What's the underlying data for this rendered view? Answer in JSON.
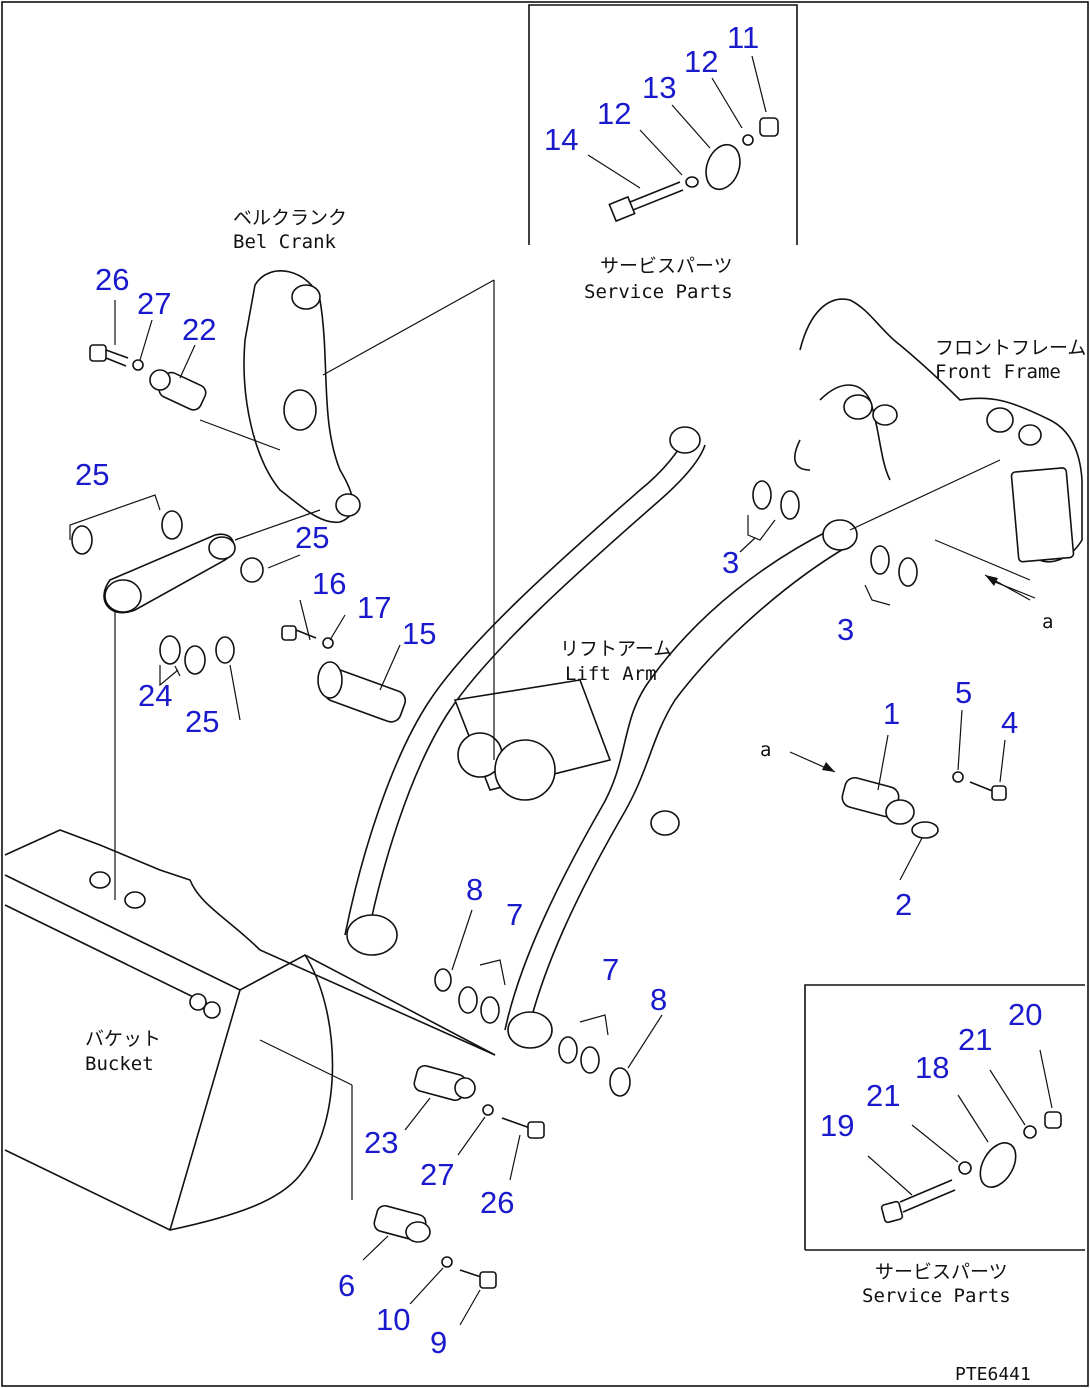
{
  "labels": {
    "bell_crank_jp": "ベルクランク",
    "bell_crank_en": "Bel Crank",
    "service_parts_top_jp": "サービスパーツ",
    "service_parts_top_en": "Service Parts",
    "front_frame_jp": "フロントフレーム",
    "front_frame_en": "Front Frame",
    "lift_arm_jp": "リフトアーム",
    "lift_arm_en": "Lift Arm",
    "bucket_jp": "バケット",
    "bucket_en": "Bucket",
    "service_parts_bottom_jp": "サービスパーツ",
    "service_parts_bottom_en": "Service Parts",
    "view_marker_top": "a",
    "view_marker_mid": "a",
    "drawing_code": "PTE6441"
  },
  "callouts": {
    "c1": "1",
    "c2": "2",
    "c3a": "3",
    "c3b": "3",
    "c4": "4",
    "c5": "5",
    "c6": "6",
    "c7a": "7",
    "c7b": "7",
    "c8a": "8",
    "c8b": "8",
    "c9": "9",
    "c10": "10",
    "c11": "11",
    "c12a": "12",
    "c12b": "12",
    "c13": "13",
    "c14": "14",
    "c15": "15",
    "c16": "16",
    "c17": "17",
    "c18": "18",
    "c19": "19",
    "c20": "20",
    "c21a": "21",
    "c21b": "21",
    "c22": "22",
    "c23": "23",
    "c24": "24",
    "c25a": "25",
    "c25b": "25",
    "c25c": "25",
    "c26a": "26",
    "c26b": "26",
    "c27a": "27",
    "c27b": "27"
  },
  "colors": {
    "callout": "#1a1acc",
    "line": "#111111",
    "background": "#ffffff"
  }
}
